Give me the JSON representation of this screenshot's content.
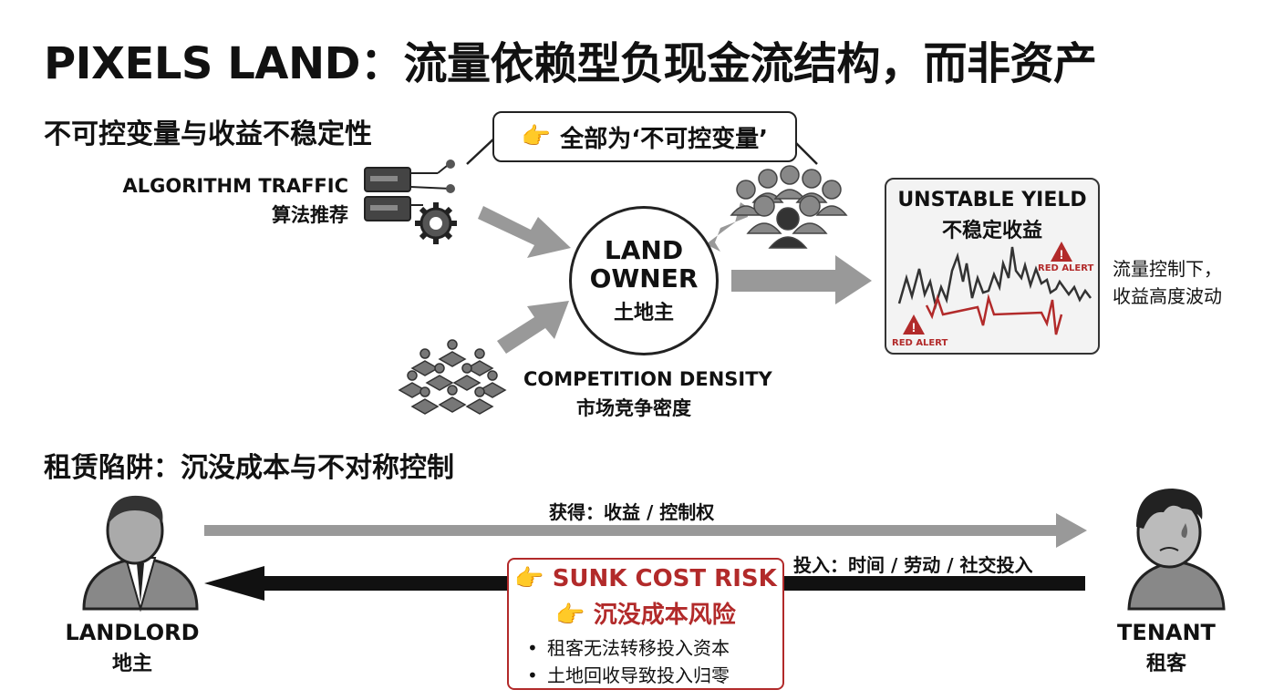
{
  "title": "PIXELS LAND：流量依赖型负现金流结构，而非资产",
  "section1": {
    "heading": "不可控变量与收益不稳定性",
    "callout": "全部为‘不可控变量’",
    "algorithm": {
      "en": "ALGORITHM TRAFFIC",
      "cn": "算法推荐"
    },
    "competition": {
      "en": "COMPETITION DENSITY",
      "cn": "市场竞争密度"
    },
    "owner": {
      "en_line1": "LAND",
      "en_line2": "OWNER",
      "cn": "土地主"
    },
    "yield": {
      "title_en": "UNSTABLE YIELD",
      "title_cn": "不稳定收益",
      "alert_1": "RED ALERT",
      "alert_2": "RED ALERT"
    },
    "side_note_1": "流量控制下，",
    "side_note_2": "收益高度波动"
  },
  "section2": {
    "heading": "租赁陷阱：沉没成本与不对称控制",
    "landlord": {
      "en": "LANDLORD",
      "cn": "地主"
    },
    "tenant": {
      "en": "TENANT",
      "cn": "租客"
    },
    "arrow_top": "获得：收益 / 控制权",
    "arrow_bottom": "投入：时间 / 劳动 / 社交投入",
    "risk": {
      "title_en": "SUNK COST RISK",
      "title_cn": "沉没成本风险",
      "items": [
        "租客无法转移投入资本",
        "土地回收导致投入归零"
      ]
    }
  },
  "colors": {
    "alert_red": "#b22a2a",
    "arrow_gray": "#999999",
    "dark": "#111111"
  }
}
